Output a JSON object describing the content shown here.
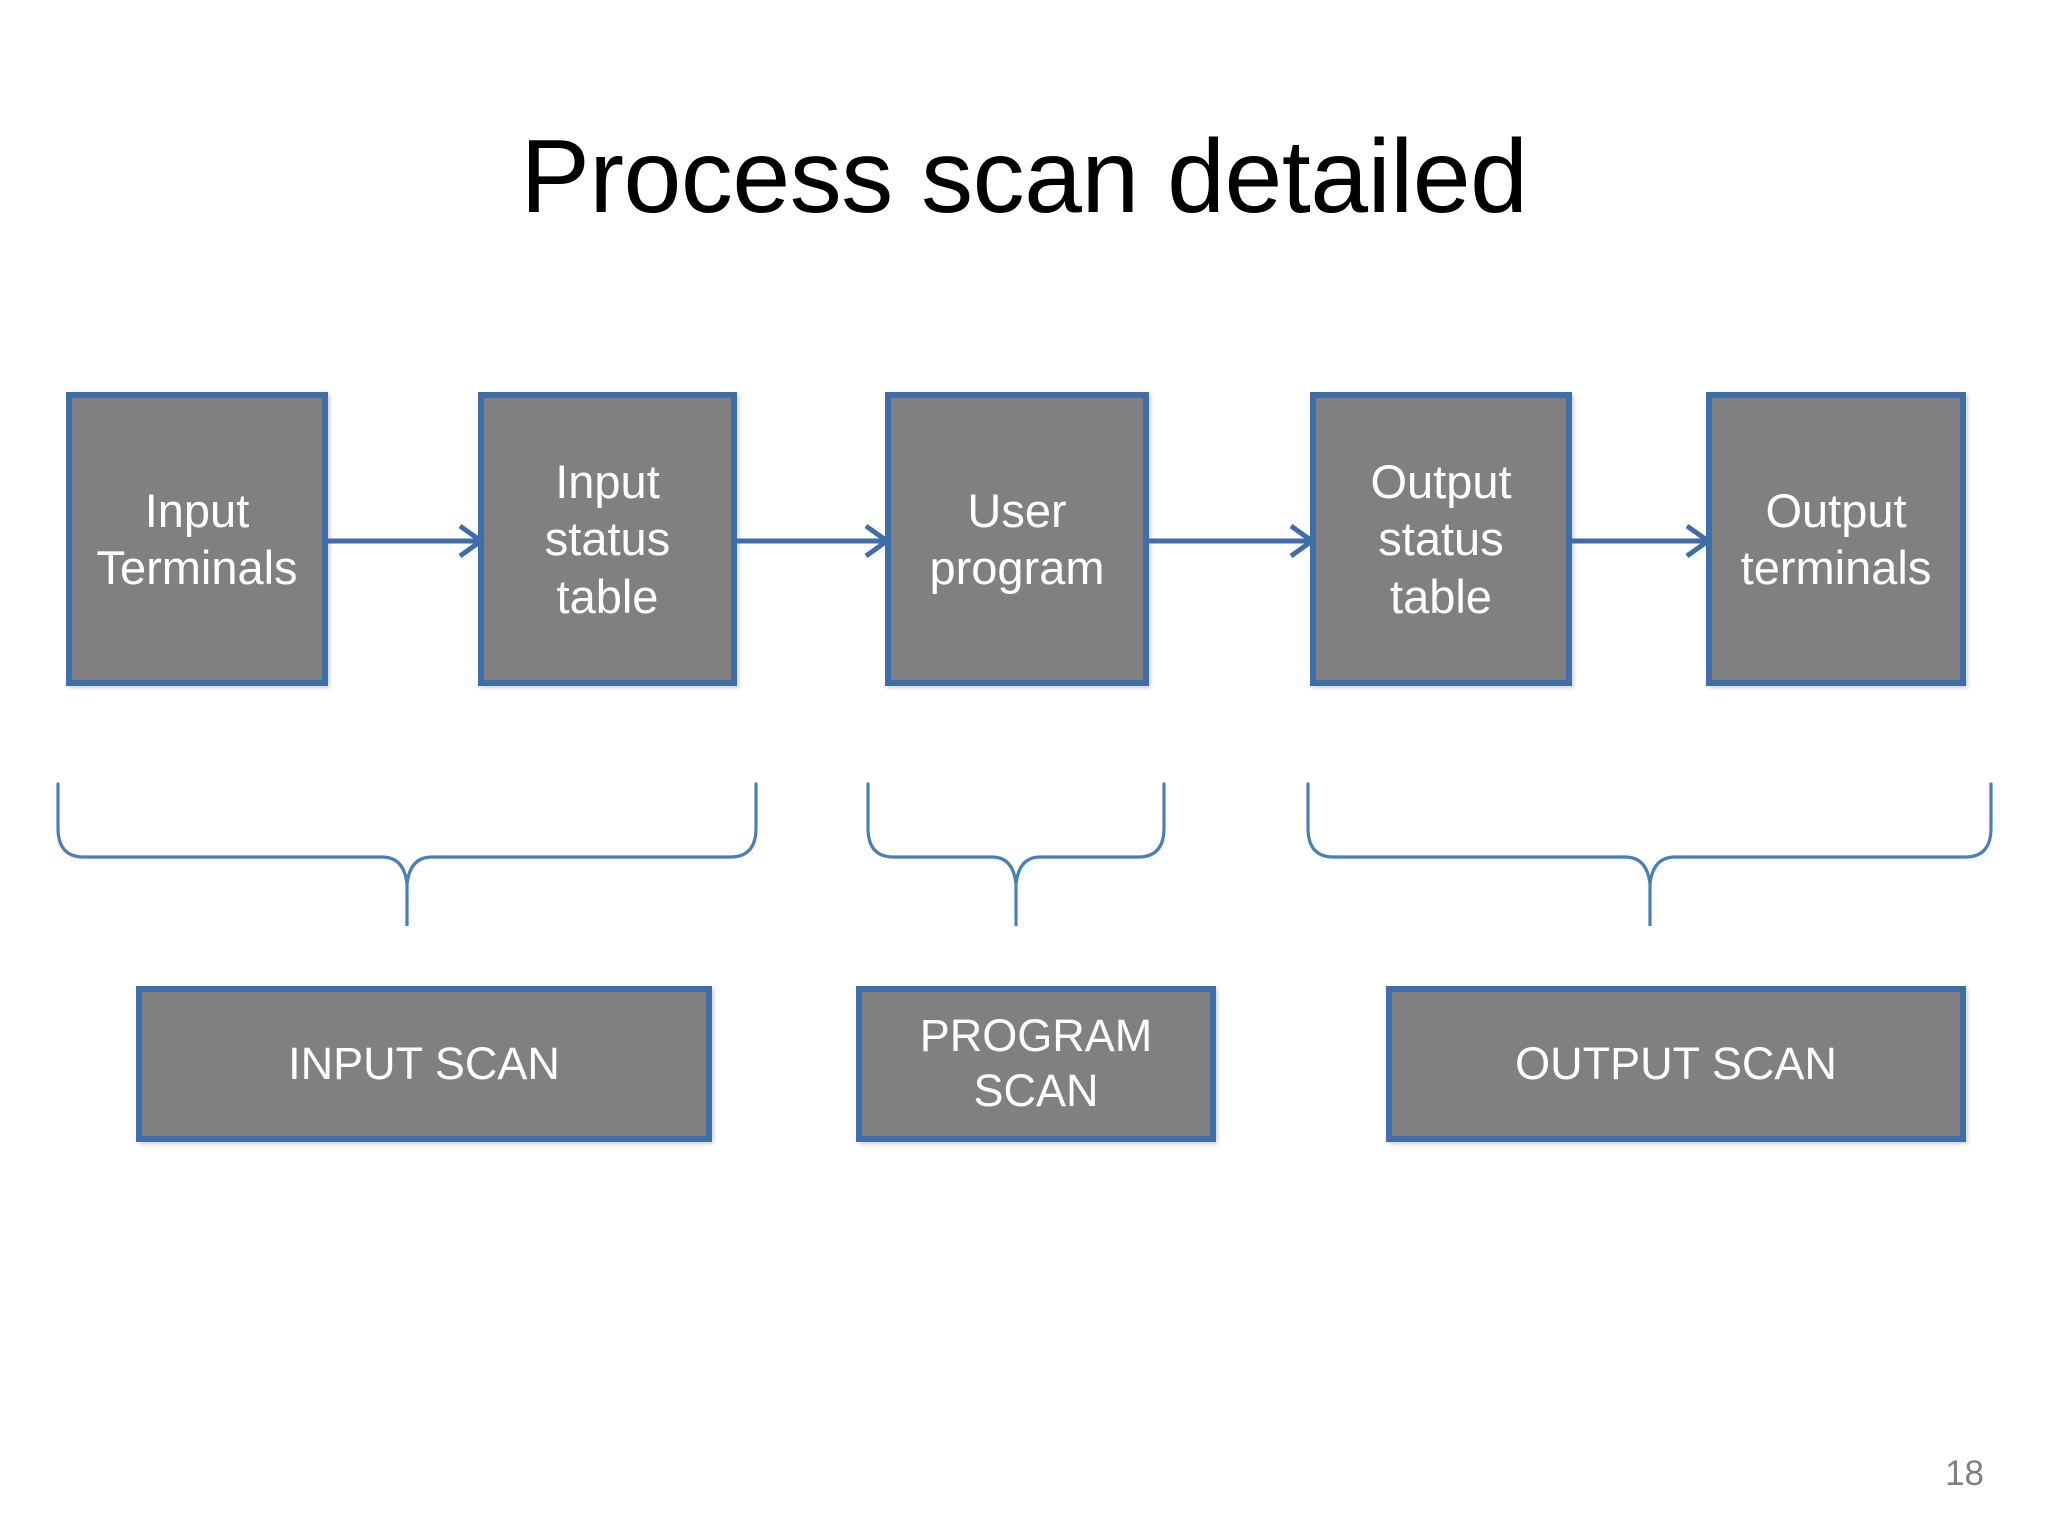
{
  "slide": {
    "title": "Process scan detailed",
    "page_number": "18",
    "background_color": "#FFFFFF",
    "title_color": "#000000",
    "page_number_color": "#808080"
  },
  "theme": {
    "box_fill": "#808080",
    "box_border": "#3E6DA8",
    "box_text": "#FFFFFF",
    "arrow_color": "#3E6DA8",
    "brace_color": "#4A7EBB"
  },
  "diagram": {
    "type": "flowchart",
    "flow_boxes": [
      {
        "id": "input-terminals",
        "line1": "Input",
        "line2": "Terminals",
        "line3": ""
      },
      {
        "id": "input-status",
        "line1": "Input",
        "line2": "status",
        "line3": "table"
      },
      {
        "id": "user-program",
        "line1": "User",
        "line2": "program",
        "line3": ""
      },
      {
        "id": "output-status",
        "line1": "Output",
        "line2": "status",
        "line3": "table"
      },
      {
        "id": "output-terminals",
        "line1": "Output",
        "line2": "terminals",
        "line3": ""
      }
    ],
    "arrows": [
      {
        "id": "arrow-1",
        "from": "input-terminals",
        "to": "input-status"
      },
      {
        "id": "arrow-2",
        "from": "input-status",
        "to": "user-program"
      },
      {
        "id": "arrow-3",
        "from": "user-program",
        "to": "output-status"
      },
      {
        "id": "arrow-4",
        "from": "output-status",
        "to": "output-terminals"
      }
    ],
    "braces": [
      {
        "id": "brace-input",
        "groups": [
          "input-terminals",
          "input-status"
        ],
        "label": "INPUT SCAN"
      },
      {
        "id": "brace-program",
        "groups": [
          "user-program"
        ],
        "label": "PROGRAM SCAN"
      },
      {
        "id": "brace-output",
        "groups": [
          "output-status",
          "output-terminals"
        ],
        "label": "OUTPUT SCAN"
      }
    ],
    "scan_boxes": [
      {
        "id": "input-scan",
        "line1": "INPUT SCAN",
        "line2": ""
      },
      {
        "id": "program-scan",
        "line1": "PROGRAM",
        "line2": "SCAN"
      },
      {
        "id": "output-scan",
        "line1": "OUTPUT SCAN",
        "line2": ""
      }
    ]
  }
}
